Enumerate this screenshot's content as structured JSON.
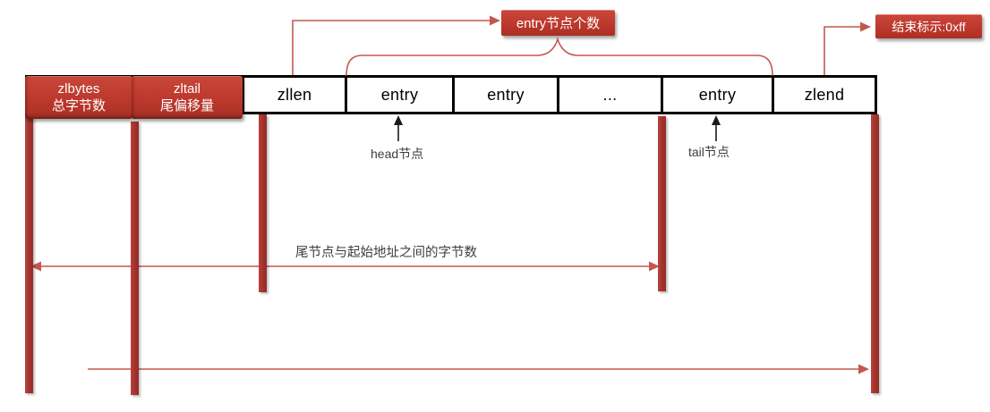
{
  "diagram": {
    "title_semantic": "redis-ziplist-structure",
    "cells": [
      {
        "label": "zlbytes",
        "sublabel": "总字节数"
      },
      {
        "label": "zltail",
        "sublabel": "尾偏移量"
      },
      {
        "label": "zllen"
      },
      {
        "label": "entry"
      },
      {
        "label": "entry"
      },
      {
        "label": "..."
      },
      {
        "label": "entry"
      },
      {
        "label": "zlend"
      }
    ],
    "callouts": {
      "entry_count": "entry节点个数",
      "end_marker": "结束标示:0xff"
    },
    "annotations": {
      "head_node": "head节点",
      "tail_node": "tail节点",
      "tail_offset": "尾节点与起始地址之间的字节数"
    },
    "colors": {
      "box_red": "#bd382d",
      "bar_red": "#a6342e",
      "line_red": "#c4574f",
      "border_black": "#000000",
      "text_dark": "#3d3d3d"
    }
  }
}
